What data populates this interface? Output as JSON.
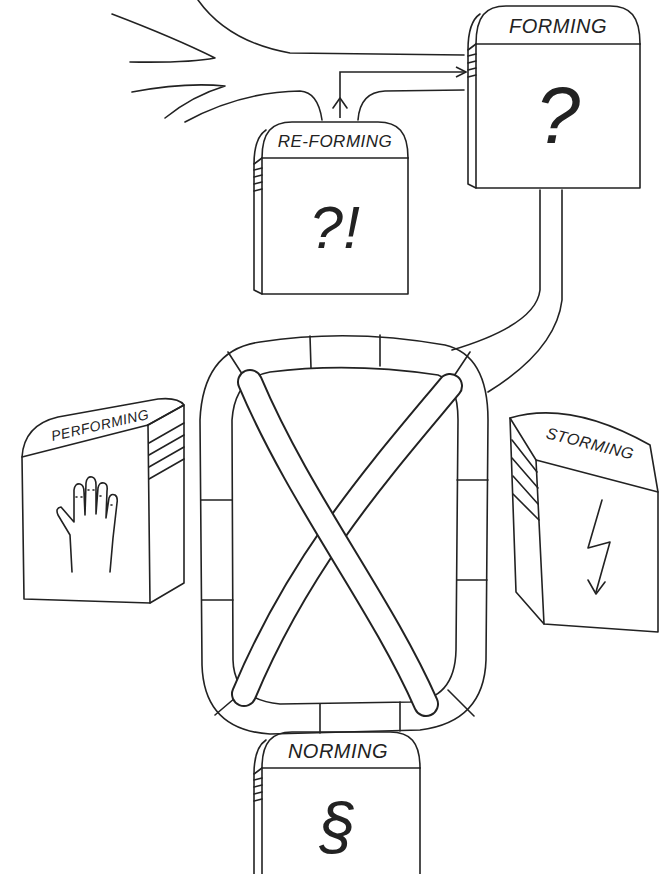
{
  "diagram": {
    "nodes": [
      {
        "text": [
          "FORMING",
          "?"
        ]
      },
      {
        "text": [
          "RE-FORMING",
          "?!"
        ]
      },
      {
        "text": [
          "PERFORMING"
        ]
      },
      {
        "text": [
          "STORMING"
        ]
      },
      {
        "text": [
          "NORMING",
          "§"
        ]
      }
    ],
    "edges": [
      {
        "from": 1,
        "to": 0,
        "arrow": "to"
      }
    ]
  }
}
